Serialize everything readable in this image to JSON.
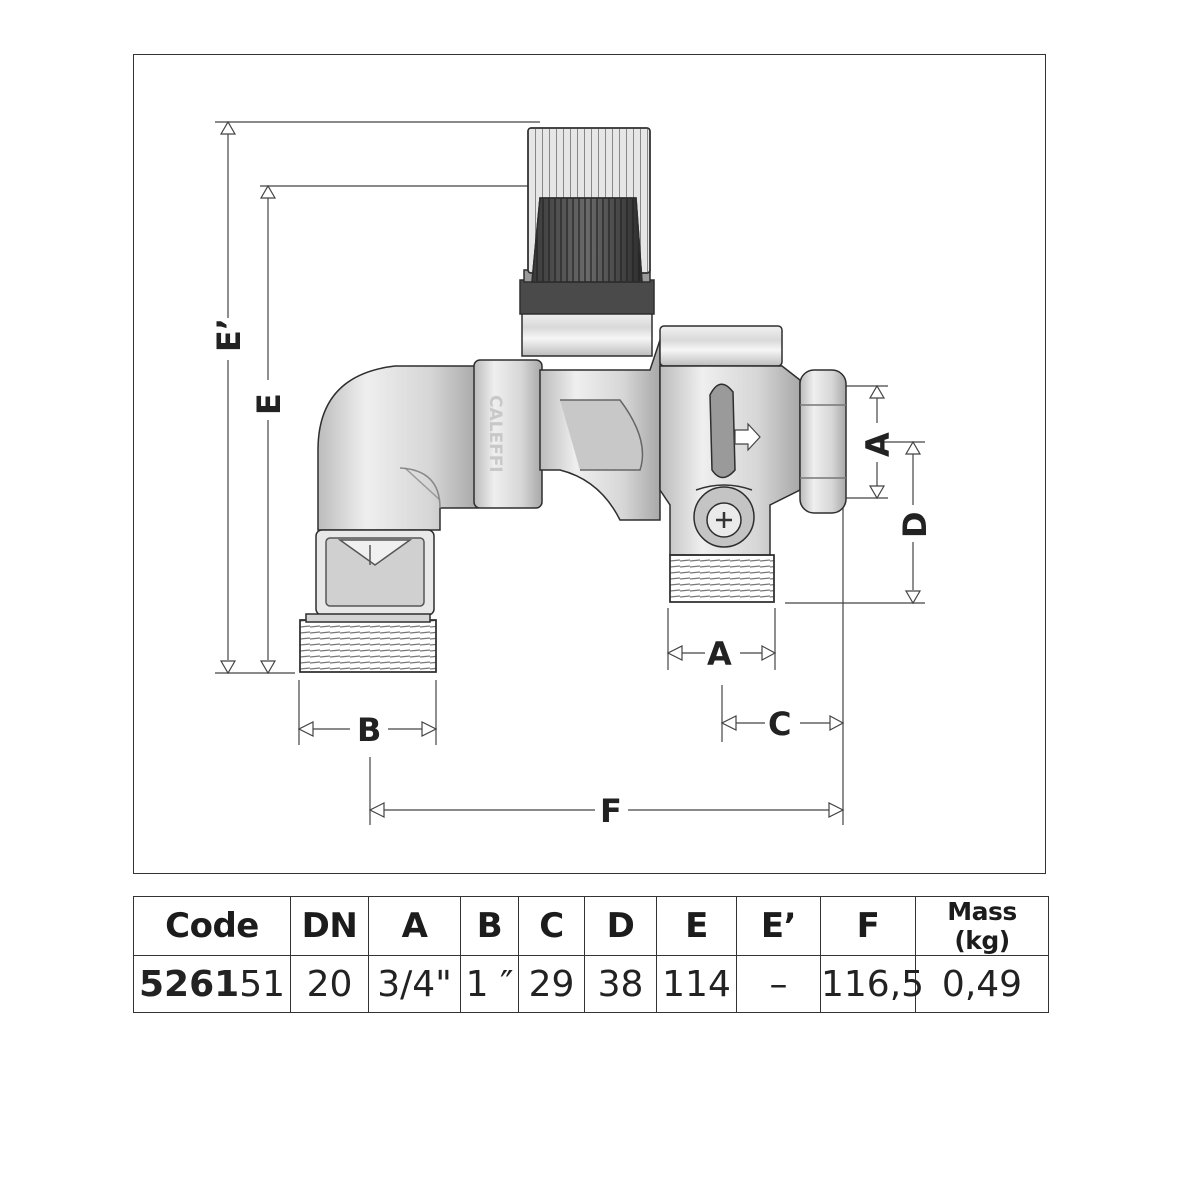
{
  "drawing": {
    "brand_text": "CALEFFI",
    "dimension_labels": {
      "e_prime": "E’",
      "e": "E",
      "a_vertical": "A",
      "d": "D",
      "a_horizontal": "A",
      "c": "C",
      "b": "B",
      "f": "F"
    }
  },
  "table": {
    "headers": [
      "Code",
      "DN",
      "A",
      "B",
      "C",
      "D",
      "E",
      "E’",
      "F",
      "Mass (kg)"
    ],
    "row": {
      "code_bold": "5261",
      "code_normal": "51",
      "dn": "20",
      "a": "3/4\"",
      "b": "1 ″",
      "c": "29",
      "d": "38",
      "e": "114",
      "e_prime": "–",
      "f": "116,5",
      "mass": "0,49"
    }
  }
}
